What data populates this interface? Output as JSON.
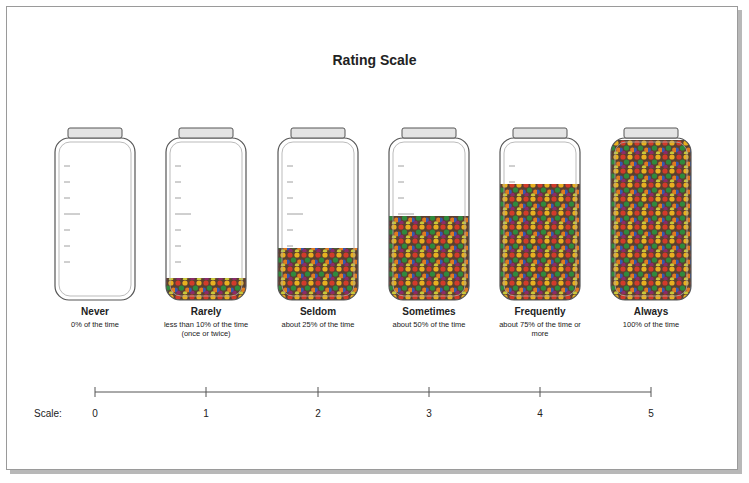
{
  "diagram": {
    "title": "Rating Scale",
    "nodes": [
      {
        "text": [
          "Never",
          "0% of the time"
        ]
      },
      {
        "text": [
          "Rarely",
          "less than 10% of the time (once or twice)"
        ]
      },
      {
        "text": [
          "Seldom",
          "about 25% of the time"
        ]
      },
      {
        "text": [
          "Sometimes",
          "about 50% of the time"
        ]
      },
      {
        "text": [
          "Frequently",
          "about 75% of the time or more"
        ]
      },
      {
        "text": [
          "Always",
          "100% of the time"
        ]
      }
    ],
    "labels": [
      "Scale:",
      "0",
      "1",
      "2",
      "3",
      "4",
      "5"
    ]
  }
}
